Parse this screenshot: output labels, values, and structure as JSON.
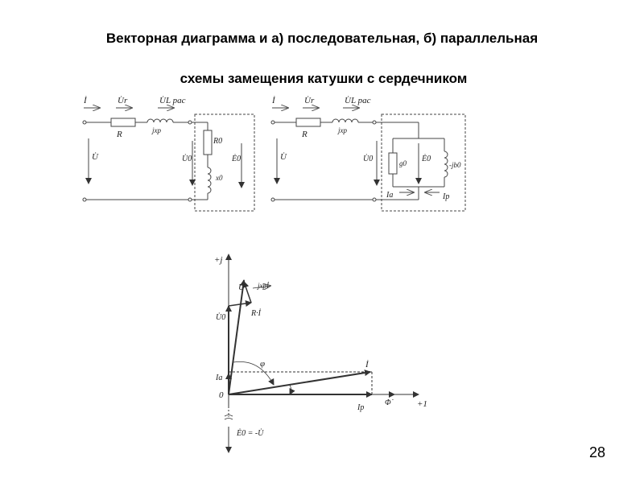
{
  "slide": {
    "title_line1": "Векторная диаграмма и а) последовательная, б) параллельная",
    "title_line2": "схемы замещения катушки с сердечником",
    "page_number": "28"
  },
  "circuit_a": {
    "I": "İ",
    "Ur": "U̇r",
    "UL": "U̇L рас",
    "R": "R",
    "jxp": "jxp",
    "U": "U̇",
    "U0": "U̇0",
    "R0": "R0",
    "E0": "Ė0",
    "x0": "x0"
  },
  "circuit_b": {
    "I": "İ",
    "Ur": "U̇r",
    "UL": "U̇L рас",
    "R": "R",
    "jxp": "jxp",
    "U": "U̇",
    "U0": "U̇0",
    "g0": "g0",
    "E0": "Ė0",
    "jb0": "-jb0",
    "Ia": "Ia",
    "Ip": "Ip"
  },
  "vector_diagram": {
    "plus_j": "+j",
    "plus_one": "+1",
    "origin": "0",
    "U": "U̇",
    "jxpI": "jxpİ",
    "RI": "R·İ",
    "U0": "U̇0",
    "phi": "φ",
    "I": "İ",
    "Ia": "Ia",
    "Ip": "Ip",
    "Phi": "Φ̇",
    "E0": "Ė0 = -U̇"
  }
}
